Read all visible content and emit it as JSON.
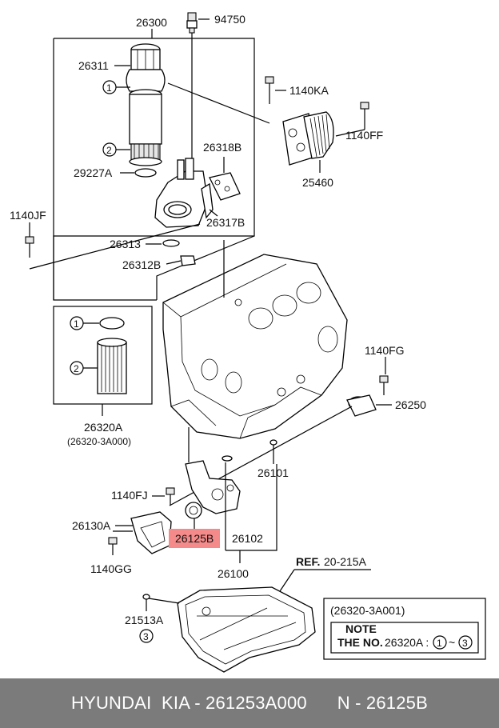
{
  "labels": {
    "p26300": "26300",
    "p94750": "94750",
    "p26311": "26311",
    "p1140KA": "1140KA",
    "p1140FF": "1140FF",
    "p26318B": "26318B",
    "p29227A": "29227A",
    "p25460": "25460",
    "p1140JF": "1140JF",
    "p26317B": "26317B",
    "p26313": "26313",
    "p26312B": "26312B",
    "p26320A": "26320A",
    "p26320A_alt": "(26320-3A000)",
    "p1140FG": "1140FG",
    "p26250": "26250",
    "p26101": "26101",
    "p1140FJ": "1140FJ",
    "p26130A": "26130A",
    "p26125B": "26125B",
    "p26102": "26102",
    "p1140GG": "1140GG",
    "p26100": "26100",
    "ref_prefix": "REF.",
    "ref_value": "20-215A",
    "p21513A": "21513A",
    "c1": "1",
    "c2": "2",
    "c3": "3"
  },
  "note": {
    "code": "(26320-3A001)",
    "title": "NOTE",
    "prefix": "THE NO.",
    "part": "26320A :",
    "from": "1",
    "sep": "~",
    "to": "3"
  },
  "footer": {
    "text": "HYUNDAI  KIA - 261253A000      N - 26125B"
  },
  "colors": {
    "highlight": "#f48a8a",
    "footer_bg": "#7b7b7b"
  }
}
